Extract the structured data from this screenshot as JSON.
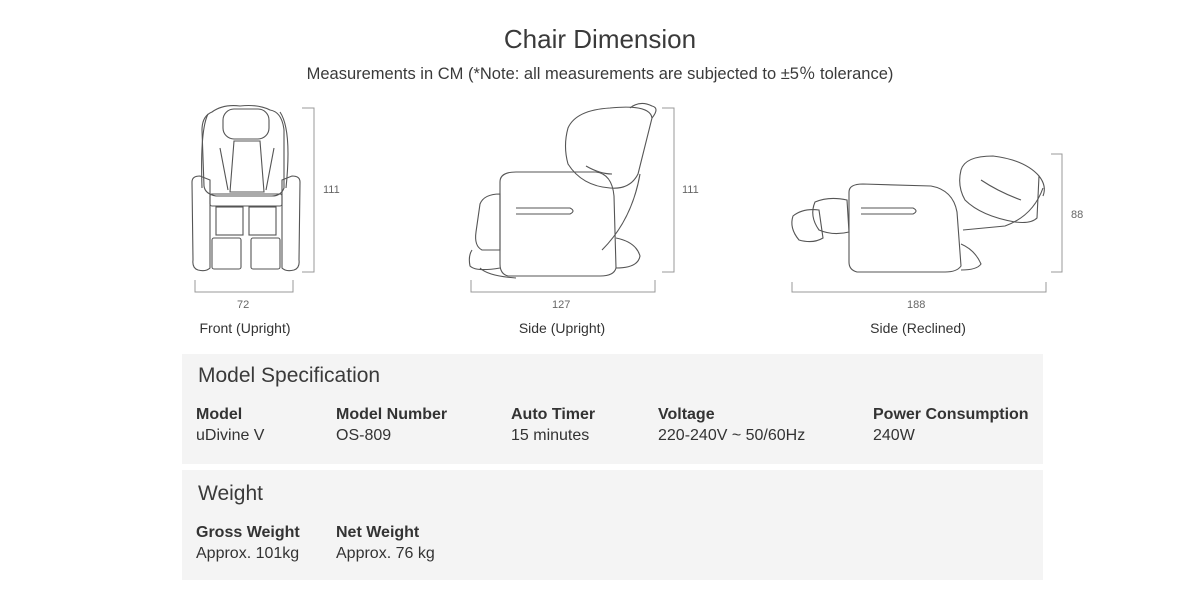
{
  "header": {
    "title": "Chair Dimension",
    "subtitle": "Measurements in CM (*Note: all measurements are subjected to ±5％ tolerance)"
  },
  "figures": [
    {
      "caption": "Front (Upright)",
      "width": "72",
      "height": "111"
    },
    {
      "caption": "Side (Upright)",
      "width": "127",
      "height": "111"
    },
    {
      "caption": "Side (Reclined)",
      "width": "188",
      "height": "88"
    }
  ],
  "model_spec": {
    "title": "Model Specification",
    "fields": [
      {
        "label": "Model",
        "value": "uDivine V"
      },
      {
        "label": "Model Number",
        "value": "OS-809"
      },
      {
        "label": "Auto Timer",
        "value": "15 minutes"
      },
      {
        "label": "Voltage",
        "value": "220-240V ~ 50/60Hz"
      },
      {
        "label": "Power Consumption",
        "value": "240W"
      }
    ]
  },
  "weight": {
    "title": "Weight",
    "fields": [
      {
        "label": "Gross Weight",
        "value": "Approx. 101kg"
      },
      {
        "label": "Net Weight",
        "value": "Approx. 76 kg"
      }
    ]
  },
  "colors": {
    "panel_bg": "#f4f4f4",
    "line": "#555555",
    "dim_line": "#999999"
  }
}
